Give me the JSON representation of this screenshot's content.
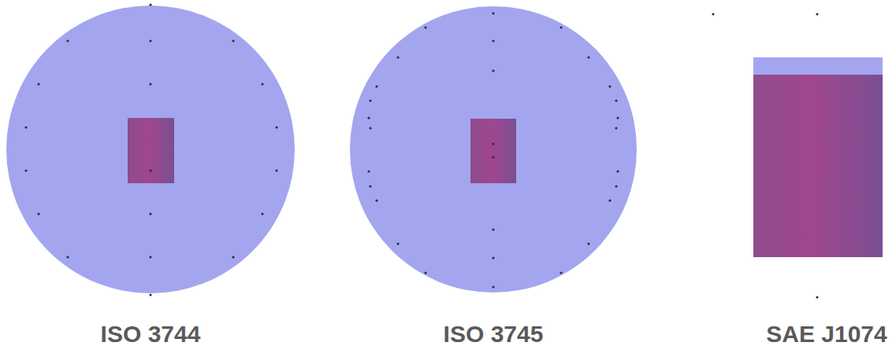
{
  "diagram": {
    "labels": [
      "ISO 3744",
      "ISO 3745",
      "SAE J1074"
    ]
  }
}
